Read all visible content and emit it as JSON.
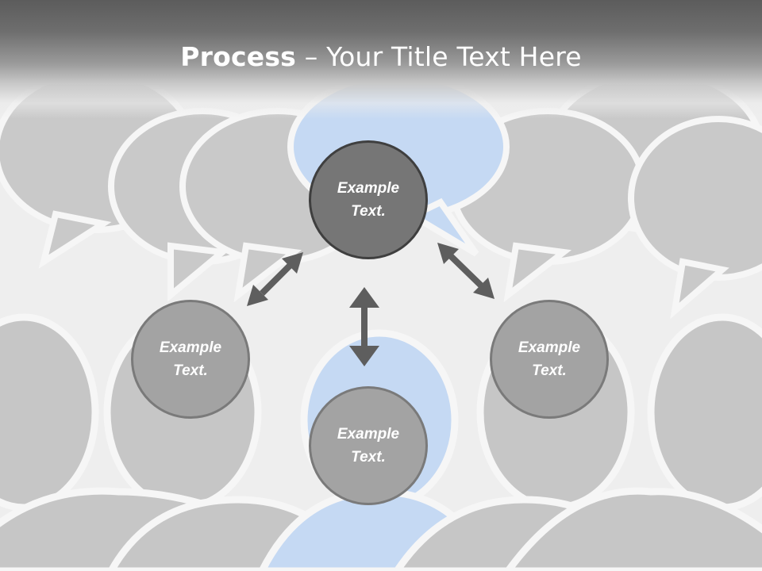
{
  "slide": {
    "title_bold": "Process",
    "title_rest": " – Your Title Text Here"
  },
  "nodes": {
    "top": "Example Text.",
    "left": "Example Text.",
    "bottom": "Example Text.",
    "right": "Example Text."
  },
  "colors": {
    "highlight": "#c5d9f3",
    "shape_fill": "#c6c6c6",
    "outline": "#f5f5f5",
    "node_dark": "#767676",
    "node_light": "#a3a3a3",
    "arrow": "#5e5e5e"
  }
}
